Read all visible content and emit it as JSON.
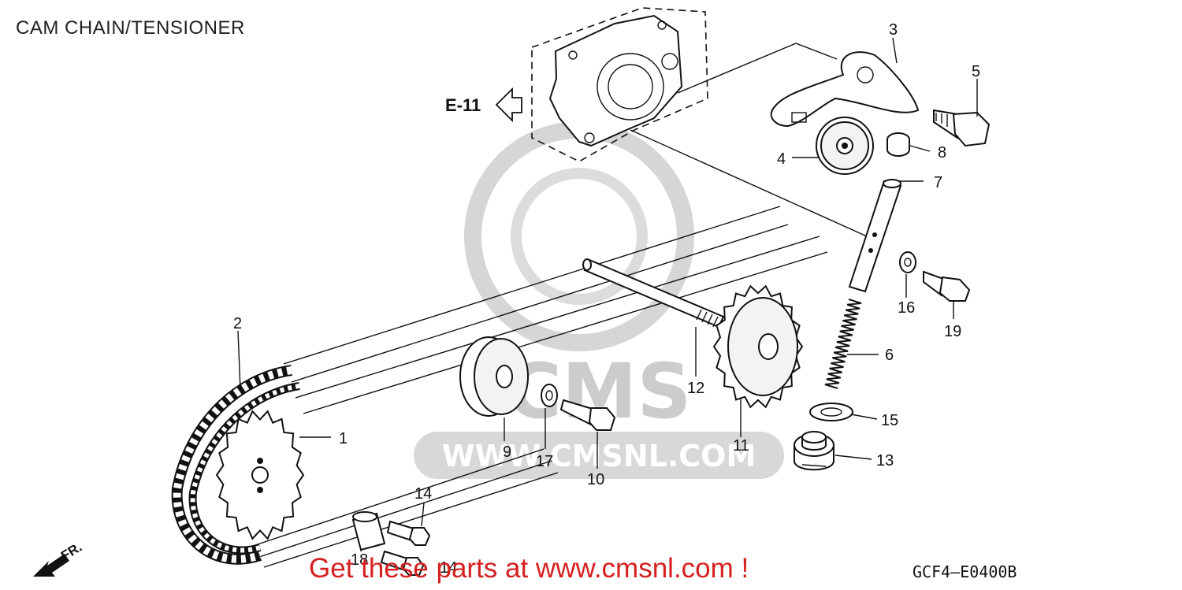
{
  "title": "CAM CHAIN/TENSIONER",
  "reference": {
    "label": "E-11"
  },
  "direction": {
    "label": "FR."
  },
  "diagram_code": "GCF4—E0400B",
  "promo_text": "Get these parts at www.cmsnl.com !",
  "watermark": {
    "text": "WWW.CMSNL.COM",
    "brand": "CMS"
  },
  "callouts": [
    {
      "id": "c1",
      "label": "1"
    },
    {
      "id": "c2",
      "label": "2"
    },
    {
      "id": "c3",
      "label": "3"
    },
    {
      "id": "c4",
      "label": "4"
    },
    {
      "id": "c5",
      "label": "5"
    },
    {
      "id": "c6",
      "label": "6"
    },
    {
      "id": "c7",
      "label": "7"
    },
    {
      "id": "c8",
      "label": "8"
    },
    {
      "id": "c9",
      "label": "9"
    },
    {
      "id": "c10",
      "label": "10"
    },
    {
      "id": "c11",
      "label": "11"
    },
    {
      "id": "c12",
      "label": "12"
    },
    {
      "id": "c13",
      "label": "13"
    },
    {
      "id": "c14a",
      "label": "14"
    },
    {
      "id": "c14b",
      "label": "14"
    },
    {
      "id": "c15",
      "label": "15"
    },
    {
      "id": "c16",
      "label": "16"
    },
    {
      "id": "c17",
      "label": "17"
    },
    {
      "id": "c18",
      "label": "18"
    },
    {
      "id": "c19",
      "label": "19"
    }
  ]
}
